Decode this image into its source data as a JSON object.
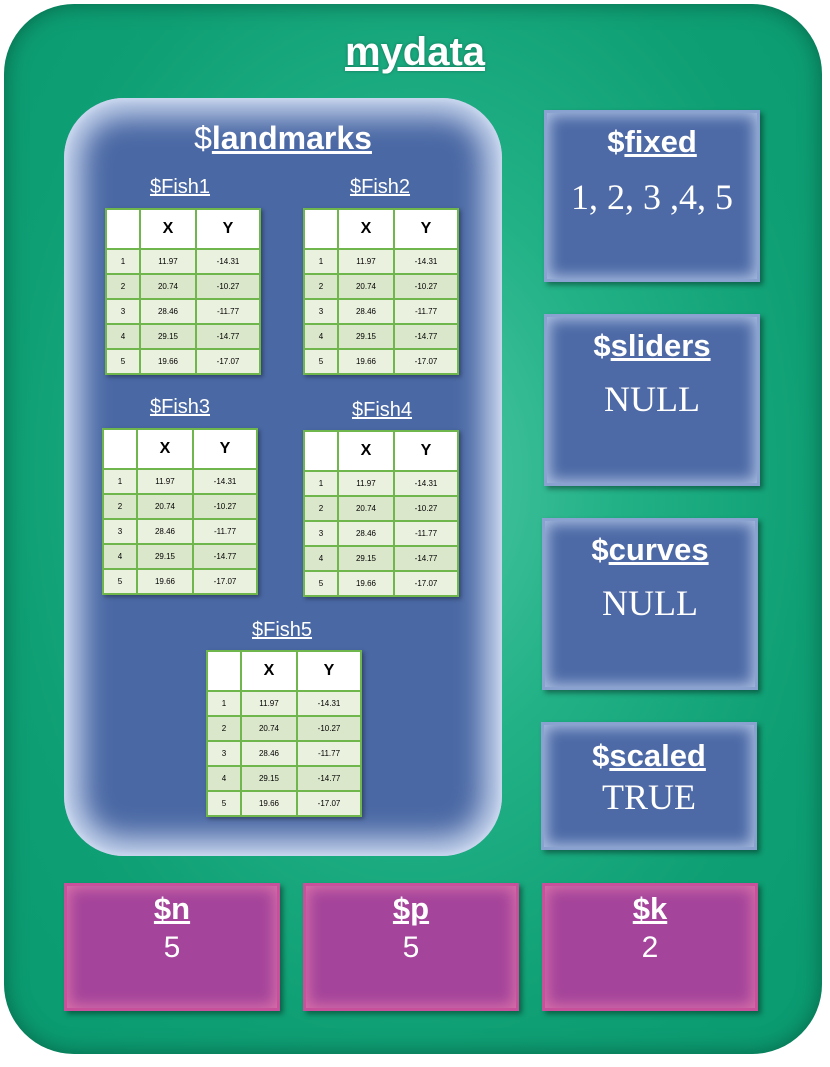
{
  "title": "mydata",
  "landmarks": {
    "dollar": "$",
    "name": "landmarks",
    "columns": [
      "",
      "X",
      "Y"
    ],
    "fish": [
      {
        "label": "$Fish1",
        "rows": [
          [
            "1",
            "11.97",
            "-14.31"
          ],
          [
            "2",
            "20.74",
            "-10.27"
          ],
          [
            "3",
            "28.46",
            "-11.77"
          ],
          [
            "4",
            "29.15",
            "-14.77"
          ],
          [
            "5",
            "19.66",
            "-17.07"
          ]
        ]
      },
      {
        "label": "$Fish2",
        "rows": [
          [
            "1",
            "11.97",
            "-14.31"
          ],
          [
            "2",
            "20.74",
            "-10.27"
          ],
          [
            "3",
            "28.46",
            "-11.77"
          ],
          [
            "4",
            "29.15",
            "-14.77"
          ],
          [
            "5",
            "19.66",
            "-17.07"
          ]
        ]
      },
      {
        "label": "$Fish3",
        "rows": [
          [
            "1",
            "11.97",
            "-14.31"
          ],
          [
            "2",
            "20.74",
            "-10.27"
          ],
          [
            "3",
            "28.46",
            "-11.77"
          ],
          [
            "4",
            "29.15",
            "-14.77"
          ],
          [
            "5",
            "19.66",
            "-17.07"
          ]
        ]
      },
      {
        "label": "$Fish4",
        "rows": [
          [
            "1",
            "11.97",
            "-14.31"
          ],
          [
            "2",
            "20.74",
            "-10.27"
          ],
          [
            "3",
            "28.46",
            "-11.77"
          ],
          [
            "4",
            "29.15",
            "-14.77"
          ],
          [
            "5",
            "19.66",
            "-17.07"
          ]
        ]
      },
      {
        "label": "$Fish5",
        "rows": [
          [
            "1",
            "11.97",
            "-14.31"
          ],
          [
            "2",
            "20.74",
            "-10.27"
          ],
          [
            "3",
            "28.46",
            "-11.77"
          ],
          [
            "4",
            "29.15",
            "-14.77"
          ],
          [
            "5",
            "19.66",
            "-17.07"
          ]
        ]
      }
    ]
  },
  "fixed": {
    "dollar": "$",
    "name": "fixed",
    "value": "1, 2, 3 ,4, 5"
  },
  "sliders": {
    "dollar": "$",
    "name": "sliders",
    "value": "NULL"
  },
  "curves": {
    "dollar": "$",
    "name": "curves",
    "value": "NULL"
  },
  "scaled": {
    "dollar": "$",
    "name": "scaled",
    "value": "TRUE"
  },
  "n": {
    "label": "$n",
    "value": "5"
  },
  "p": {
    "label": "$p",
    "value": "5"
  },
  "k": {
    "label": "$k",
    "value": "2"
  },
  "colors": {
    "outer": "#0f9f74",
    "landmarks": "#4a68a4",
    "blue_box": "#4d6aa6",
    "pink_box": "#a4449a",
    "table_border": "#6fb64c"
  }
}
